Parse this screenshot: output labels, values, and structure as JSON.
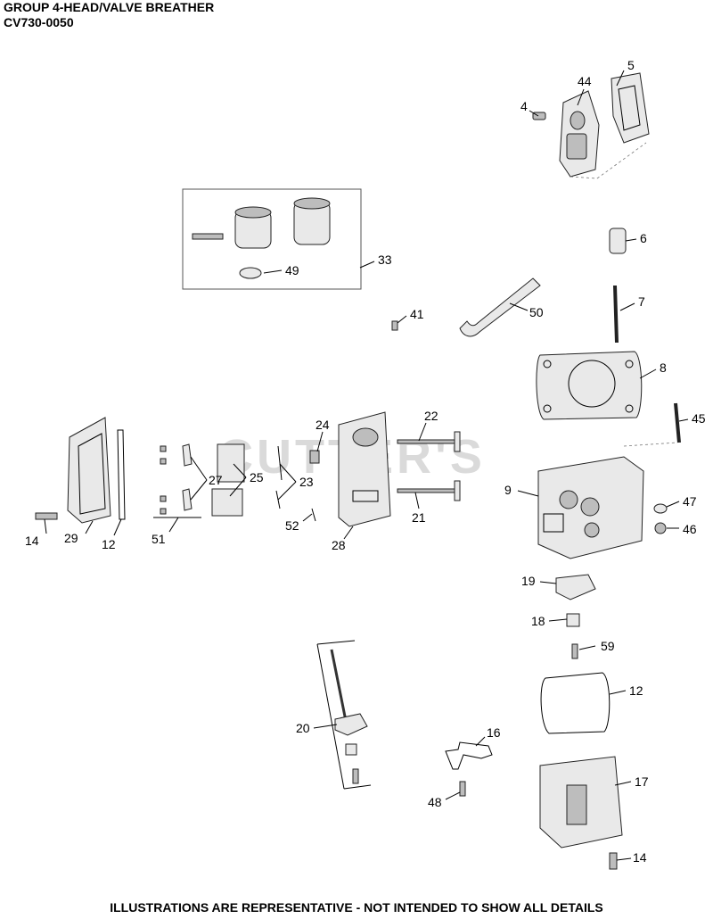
{
  "header": {
    "title": "GROUP 4-HEAD/VALVE BREATHER",
    "model": "CV730-0050"
  },
  "footer": {
    "note": "ILLUSTRATIONS ARE REPRESENTATIVE - NOT INTENDED TO SHOW ALL DETAILS"
  },
  "watermark": "CUTTER'S",
  "labels": {
    "p4": "4",
    "p44": "44",
    "p5": "5",
    "p6": "6",
    "p33": "33",
    "p49": "49",
    "p41": "41",
    "p50": "50",
    "p7": "7",
    "p8": "8",
    "p45": "45",
    "p24": "24",
    "p22": "22",
    "p27": "27",
    "p25": "25",
    "p23": "23",
    "p9": "9",
    "p47": "47",
    "p46": "46",
    "p14a": "14",
    "p29": "29",
    "p12a": "12",
    "p51": "51",
    "p52": "52",
    "p28": "28",
    "p21": "21",
    "p19": "19",
    "p18": "18",
    "p59": "59",
    "p12b": "12",
    "p20": "20",
    "p16": "16",
    "p17": "17",
    "p48": "48",
    "p14b": "14"
  }
}
